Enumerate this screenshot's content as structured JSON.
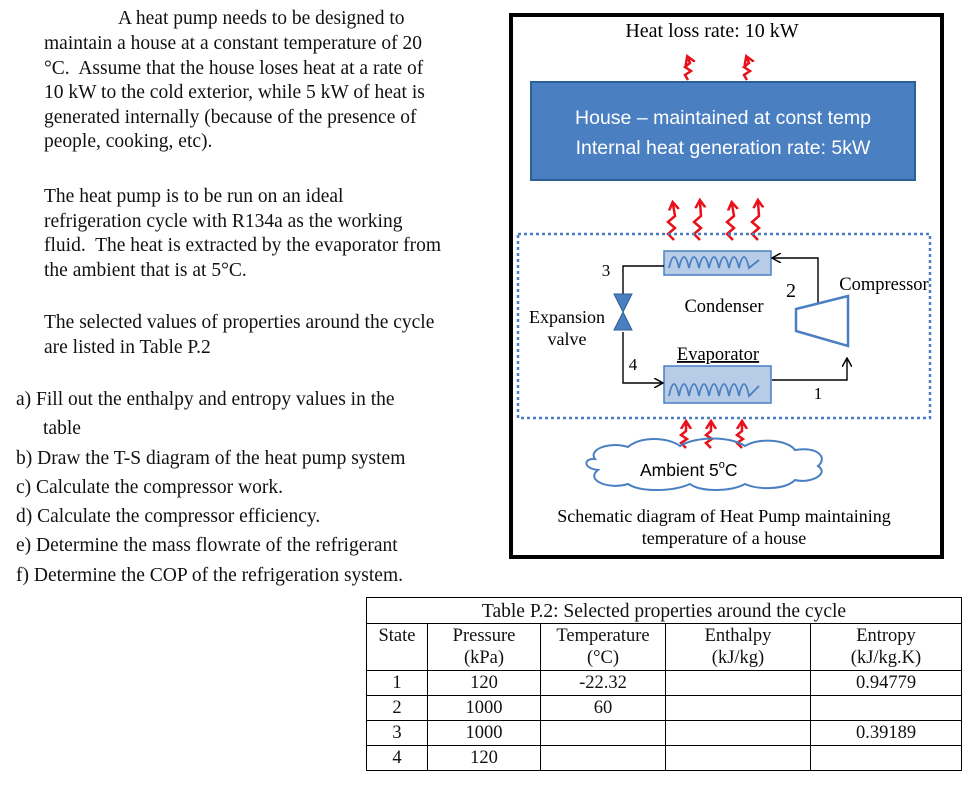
{
  "problem": {
    "intro_first": "A heat pump needs to be designed to",
    "intro_rest": "maintain a house at a constant temperature of 20\n°C.  Assume that the house loses heat at a rate of\n10 kW to the cold exterior, while 5 kW of heat is\ngenerated internally (because of the presence of\npeople, cooking, etc).",
    "cycle_paragraph": "The heat pump is to be run on an ideal\nrefrigeration cycle with R134a as the working\nfluid.  The heat is extracted by the evaporator from\nthe ambient that is at 5°C.",
    "table_ref": "The selected values of properties around the cycle\nare listed in Table P.2",
    "questions": [
      "a) Fill out the enthalpy and entropy values in the",
      "table",
      "b) Draw the T-S diagram of the heat pump system",
      "c) Calculate the compressor work.",
      "d) Calculate the compressor efficiency.",
      "e) Determine the mass flowrate of the refrigerant",
      "f) Determine the COP of the refrigeration system."
    ]
  },
  "schematic": {
    "heat_loss": "Heat loss rate: 10  kW",
    "house_line1": "House – maintained at const temp",
    "house_line2": "Internal heat generation rate: 5kW",
    "condenser": "Condenser",
    "compressor": "Compressor",
    "expansion_line1": "Expansion",
    "expansion_line2": "valve",
    "evaporator": "Evaporator",
    "ambient": "Ambient 5",
    "ambient_deg": "o",
    "ambient_unit": "C",
    "state_1": "1",
    "state_2": "2",
    "state_3": "3",
    "state_4": "4",
    "caption_line1": "Schematic diagram of Heat Pump maintaining",
    "caption_line2": "temperature of a house",
    "house_color": "#4a7fc1"
  },
  "table": {
    "caption": "Table P.2: Selected properties around the cycle",
    "headers": [
      {
        "line1": "State",
        "line2": ""
      },
      {
        "line1": "Pressure",
        "line2": "(kPa)"
      },
      {
        "line1": "Temperature",
        "line2": "(°C)"
      },
      {
        "line1": "Enthalpy",
        "line2": "(kJ/kg)"
      },
      {
        "line1": "Entropy",
        "line2": "(kJ/kg.K)"
      }
    ],
    "rows": [
      [
        "1",
        "120",
        "-22.32",
        "",
        "0.94779"
      ],
      [
        "2",
        "1000",
        "60",
        "",
        ""
      ],
      [
        "3",
        "1000",
        "",
        "",
        "0.39189"
      ],
      [
        "4",
        "120",
        "",
        "",
        ""
      ]
    ]
  }
}
